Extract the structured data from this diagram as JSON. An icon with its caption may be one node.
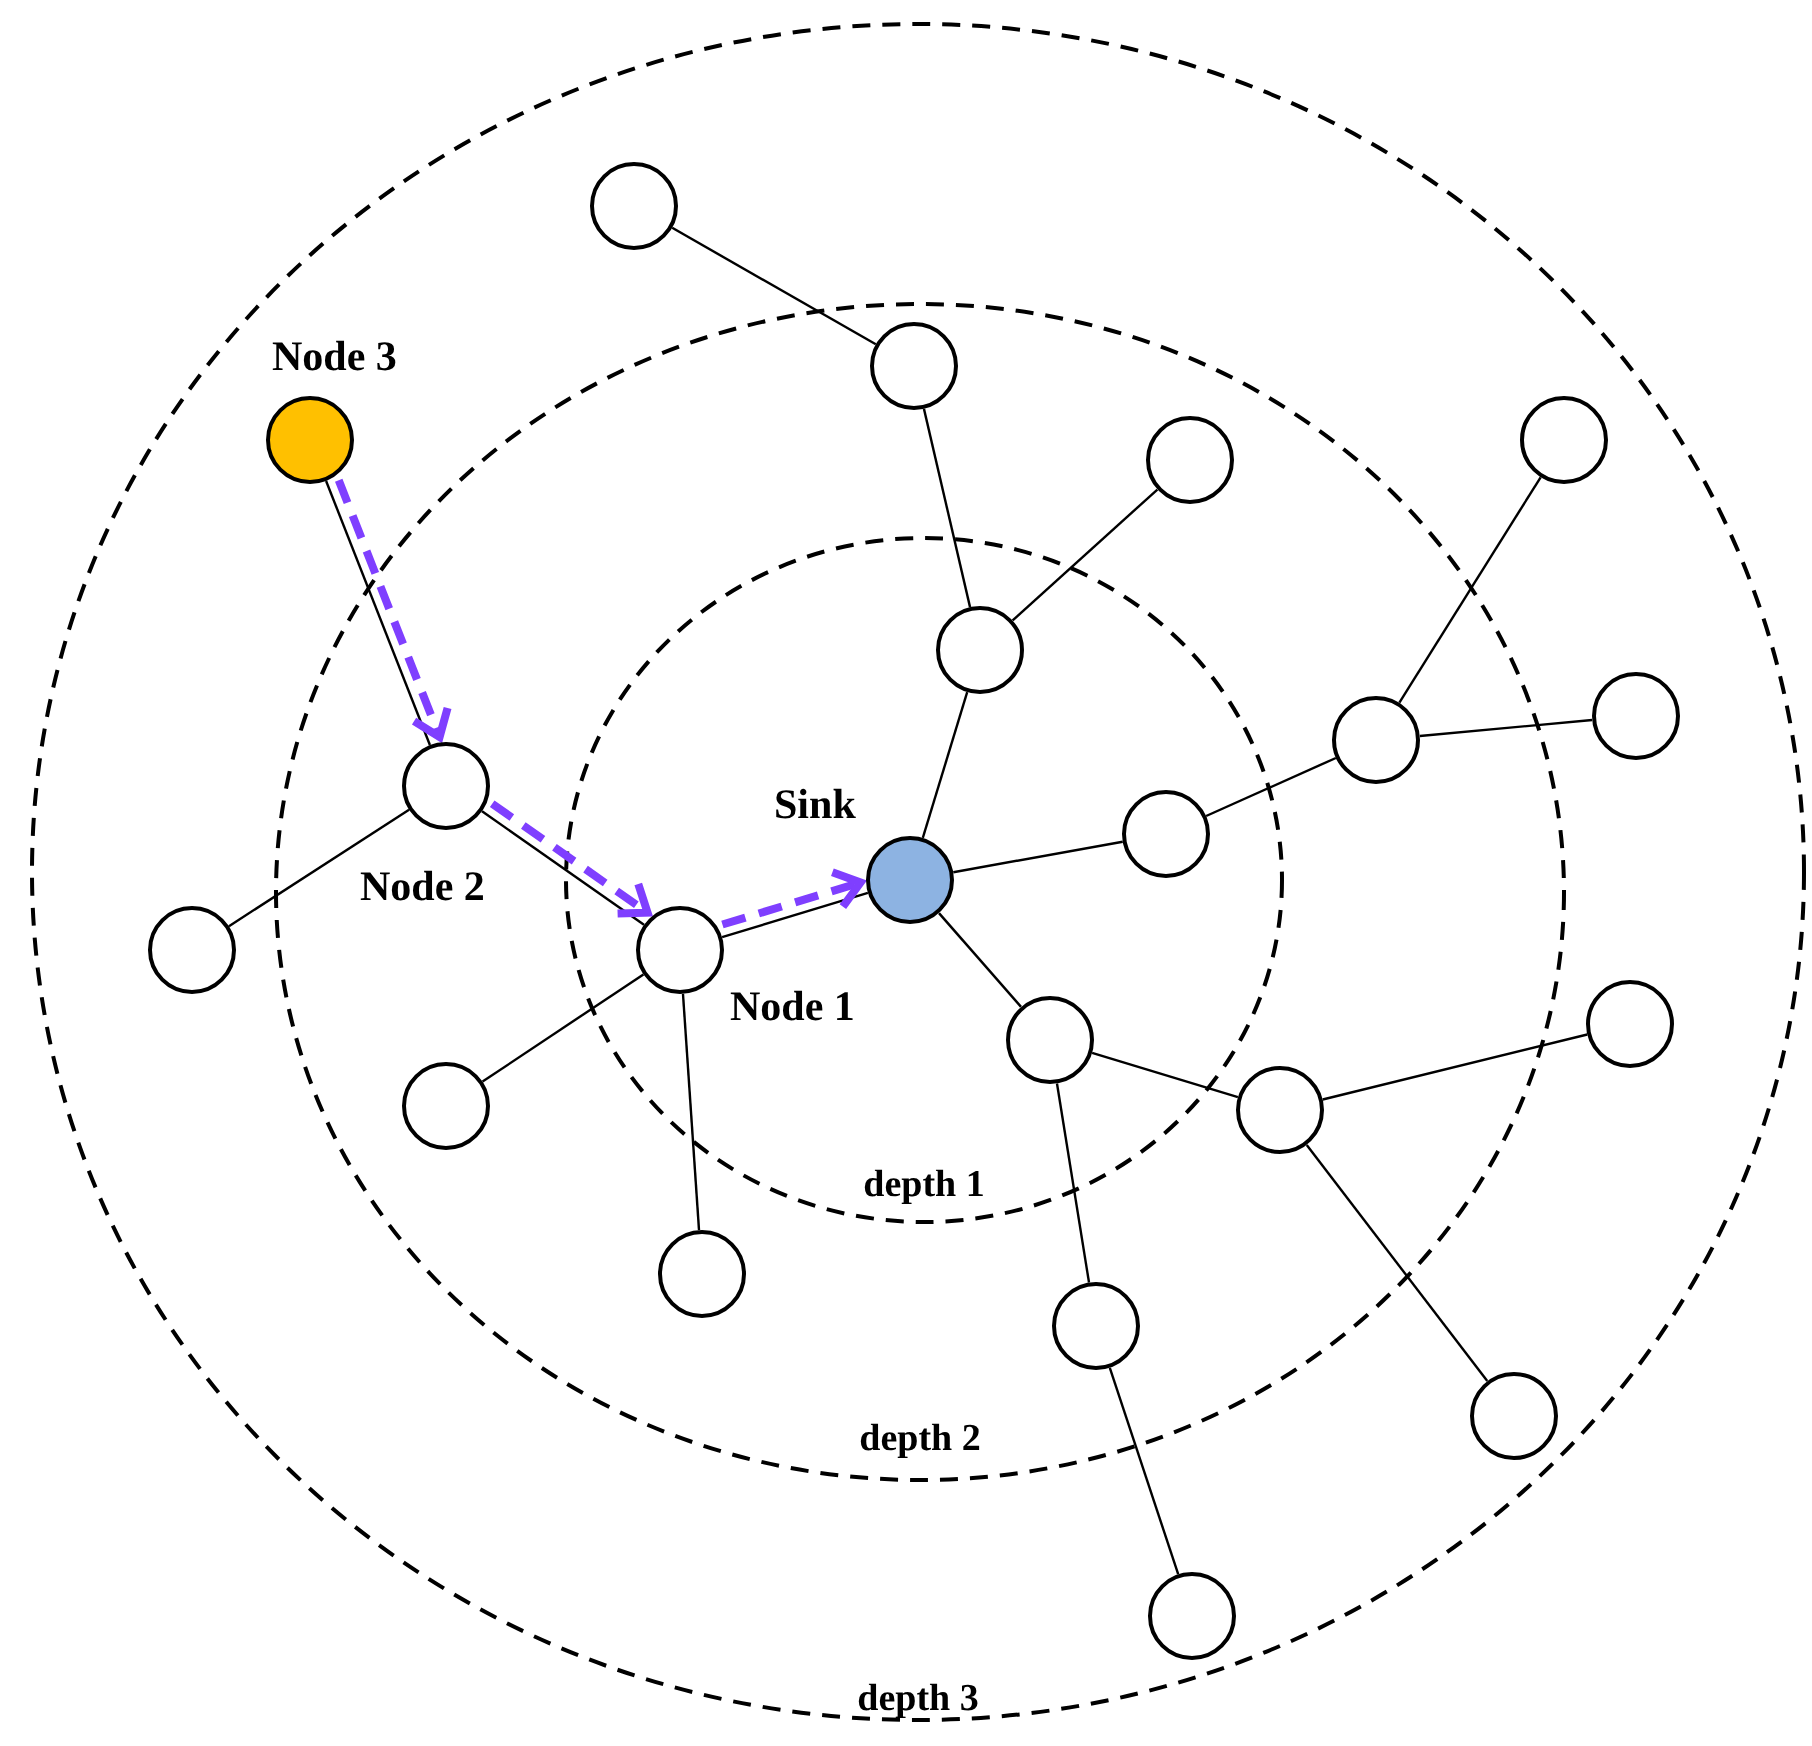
{
  "diagram": {
    "nodes": [
      {
        "text": [
          "depth 3"
        ]
      },
      {
        "text": [
          "depth 2"
        ],
        "in": 0
      },
      {
        "text": [
          "depth 1"
        ],
        "in": 1
      },
      {
        "text": [],
        "shape": "circle",
        "in": 0
      },
      {
        "text": [],
        "shape": "circle",
        "in": 1
      },
      {
        "text": [],
        "shape": "circle",
        "in": 0,
        "beside": [
          "Node 3"
        ]
      },
      {
        "text": [],
        "shape": "circle",
        "in": 0
      },
      {
        "text": [],
        "shape": "circle",
        "in": 1
      },
      {
        "text": [],
        "shape": "circle",
        "in": 2
      },
      {
        "text": [],
        "shape": "circle",
        "in": 0
      },
      {
        "text": [],
        "shape": "circle",
        "in": 1
      },
      {
        "text": [],
        "shape": "circle",
        "in": 1,
        "beside": [
          "Node 2"
        ]
      },
      {
        "text": [],
        "shape": "circle",
        "in": 2
      },
      {
        "text": [],
        "shape": "circle",
        "in": 2,
        "beside": [
          "Sink"
        ]
      },
      {
        "text": [],
        "shape": "circle",
        "in": 2,
        "beside": [
          "Node 1"
        ]
      },
      {
        "text": [],
        "shape": "circle",
        "in": 0
      },
      {
        "text": [],
        "shape": "circle",
        "in": 0
      },
      {
        "text": [],
        "shape": "circle",
        "in": 2
      },
      {
        "text": [],
        "shape": "circle",
        "in": 1
      },
      {
        "text": [],
        "shape": "circle",
        "in": 1
      },
      {
        "text": [],
        "shape": "circle",
        "in": 1
      },
      {
        "text": [],
        "shape": "circle",
        "in": 1
      },
      {
        "text": [],
        "shape": "circle",
        "in": 0
      },
      {
        "text": [],
        "shape": "circle",
        "in": 0
      }
    ],
    "edges": [
      {
        "from": 3,
        "to": 4,
        "arrow": "none"
      },
      {
        "from": 4,
        "to": 8,
        "arrow": "none"
      },
      {
        "from": 8,
        "to": 7,
        "arrow": "none"
      },
      {
        "from": 8,
        "to": 13,
        "arrow": "none"
      },
      {
        "from": 13,
        "to": 12,
        "arrow": "none"
      },
      {
        "from": 12,
        "to": 10,
        "arrow": "none"
      },
      {
        "from": 10,
        "to": 6,
        "arrow": "none"
      },
      {
        "from": 10,
        "to": 9,
        "arrow": "none"
      },
      {
        "from": 13,
        "to": 17,
        "arrow": "none"
      },
      {
        "from": 17,
        "to": 19,
        "arrow": "none"
      },
      {
        "from": 19,
        "to": 16,
        "arrow": "none"
      },
      {
        "from": 19,
        "to": 22,
        "arrow": "none"
      },
      {
        "from": 17,
        "to": 21,
        "arrow": "none"
      },
      {
        "from": 21,
        "to": 23,
        "arrow": "none"
      },
      {
        "from": 5,
        "to": 11,
        "arrow": "none"
      },
      {
        "from": 11,
        "to": 15,
        "arrow": "none"
      },
      {
        "from": 11,
        "to": 14,
        "arrow": "none"
      },
      {
        "from": 14,
        "to": 18,
        "arrow": "none"
      },
      {
        "from": 14,
        "to": 20,
        "arrow": "none"
      },
      {
        "from": 14,
        "to": 13,
        "arrow": "none"
      },
      {
        "from": 5,
        "to": 11,
        "arrow": "to",
        "style": "dashed",
        "color": "#7f3fff"
      },
      {
        "from": 11,
        "to": 14,
        "arrow": "to",
        "style": "dashed",
        "color": "#7f3fff"
      },
      {
        "from": 14,
        "to": 13,
        "arrow": "to",
        "style": "dashed",
        "color": "#7f3fff"
      }
    ]
  }
}
